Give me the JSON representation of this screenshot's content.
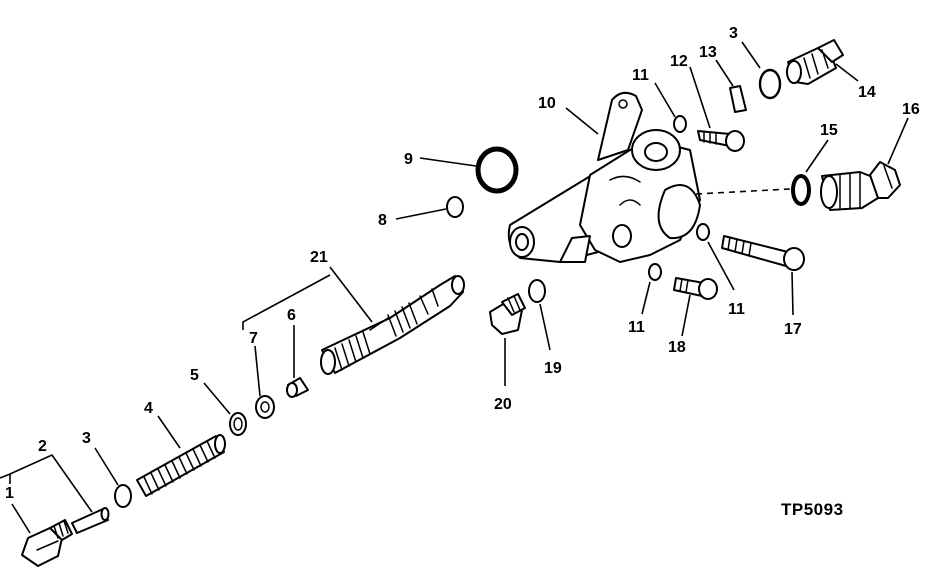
{
  "figure": {
    "code": "TP5093",
    "callouts": [
      {
        "id": "1",
        "text": "1"
      },
      {
        "id": "2",
        "text": "2"
      },
      {
        "id": "3a",
        "text": "3"
      },
      {
        "id": "4",
        "text": "4"
      },
      {
        "id": "5",
        "text": "5"
      },
      {
        "id": "6",
        "text": "6"
      },
      {
        "id": "7",
        "text": "7"
      },
      {
        "id": "8",
        "text": "8"
      },
      {
        "id": "9",
        "text": "9"
      },
      {
        "id": "10",
        "text": "10"
      },
      {
        "id": "11a",
        "text": "11"
      },
      {
        "id": "12",
        "text": "12"
      },
      {
        "id": "13",
        "text": "13"
      },
      {
        "id": "3b",
        "text": "3"
      },
      {
        "id": "14",
        "text": "14"
      },
      {
        "id": "15",
        "text": "15"
      },
      {
        "id": "16",
        "text": "16"
      },
      {
        "id": "11b",
        "text": "11"
      },
      {
        "id": "11c",
        "text": "11"
      },
      {
        "id": "17",
        "text": "17"
      },
      {
        "id": "18",
        "text": "18"
      },
      {
        "id": "19",
        "text": "19"
      },
      {
        "id": "20",
        "text": "20"
      },
      {
        "id": "21",
        "text": "21"
      }
    ]
  }
}
